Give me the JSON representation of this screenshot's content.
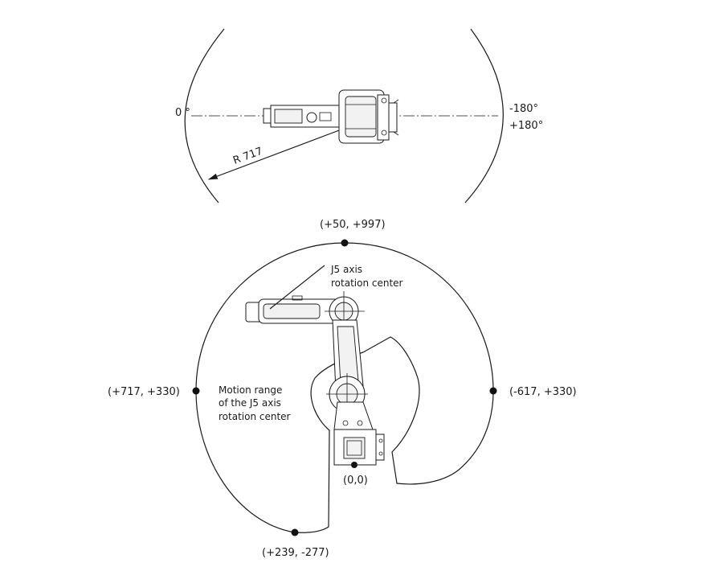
{
  "top_view": {
    "angle_left": "0 °",
    "angle_right_top": "-180°",
    "angle_right_bottom": "+180°",
    "radius_label": "R  717"
  },
  "side_view": {
    "points": {
      "top": "(+50, +997)",
      "left": "(+717, +330)",
      "right": "(-617, +330)",
      "bottom": "(+239, -277)",
      "origin": "(0,0)"
    },
    "j5_label_line1": "J5 axis",
    "j5_label_line2": "rotation center",
    "motion_line1": "Motion range",
    "motion_line2": "of the J5 axis",
    "motion_line3": "rotation center"
  }
}
